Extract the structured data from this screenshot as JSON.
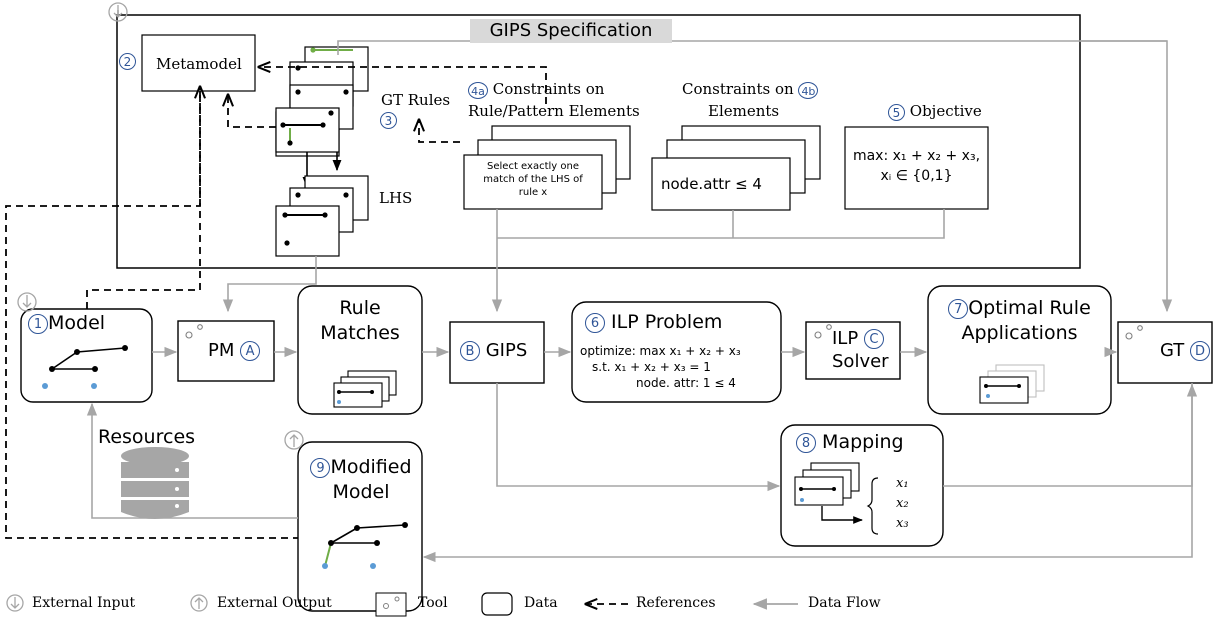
{
  "spec": {
    "title": "GIPS Specification",
    "metamodel": {
      "num": "2",
      "label": "Metamodel"
    },
    "gt_rules": {
      "label": "GT Rules",
      "num": "3"
    },
    "lhs": "LHS",
    "c4a": {
      "num": "4a",
      "label_line1": "Constraints on",
      "label_line2": "Rule/Pattern Elements",
      "card_line1": "Select exactly one",
      "card_line2": "match of the LHS of",
      "card_line3": "rule x"
    },
    "c4b": {
      "num": "4b",
      "label_line1": "Constraints on",
      "label_line2": "Elements",
      "card": "node.attr  ≤ 4"
    },
    "obj": {
      "num": "5",
      "label": "Objective",
      "line1": "max: x₁ + x₂ + x₃,",
      "line2": "xᵢ ∈ {0,1}"
    }
  },
  "pipeline": {
    "model": {
      "num": "1",
      "label": "Model"
    },
    "pm": {
      "label": "PM",
      "letter": "A"
    },
    "matches": {
      "line1": "Rule",
      "line2": "Matches"
    },
    "gips": {
      "letter": "B",
      "label": "GIPS"
    },
    "ilp": {
      "num": "6",
      "label": "ILP Problem",
      "line1": "optimize: max x₁ + x₂ + x₃",
      "line2": "s.t.  x₁ + x₂ + x₃ = 1",
      "line3": "node. attr: 1 ≤ 4"
    },
    "solver": {
      "line1": "ILP",
      "letter": "C",
      "line2": "Solver"
    },
    "optimal": {
      "num": "7",
      "line1": "Optimal Rule",
      "line2": "Applications"
    },
    "gt": {
      "label": "GT",
      "letter": "D"
    },
    "mapping": {
      "num": "8",
      "label": "Mapping",
      "vars": [
        "x₁",
        "x₂",
        "x₃"
      ]
    },
    "modified": {
      "num": "9",
      "line1": "Modified",
      "line2": "Model"
    },
    "resources": "Resources"
  },
  "legend": {
    "input": "External Input",
    "output": "External Output",
    "tool": "Tool",
    "data": "Data",
    "references": "References",
    "flow": "Data Flow"
  },
  "colors": {
    "accent": "#2f5597",
    "flow": "#a6a6a6",
    "green": "#70ad47",
    "dot_blue": "#5b9bd5",
    "band": "#d9d9d9"
  }
}
